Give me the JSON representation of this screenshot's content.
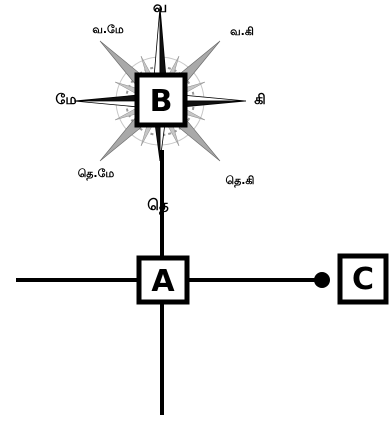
{
  "compass": {
    "north": "வ",
    "south": "தெ",
    "east": "கி",
    "west": "மே",
    "northeast": "வ.கி",
    "northwest": "வ.மே",
    "southeast": "தெ.கி",
    "southwest": "தெ.மே"
  },
  "boxes": {
    "a": "A",
    "b": "B",
    "c": "C"
  }
}
